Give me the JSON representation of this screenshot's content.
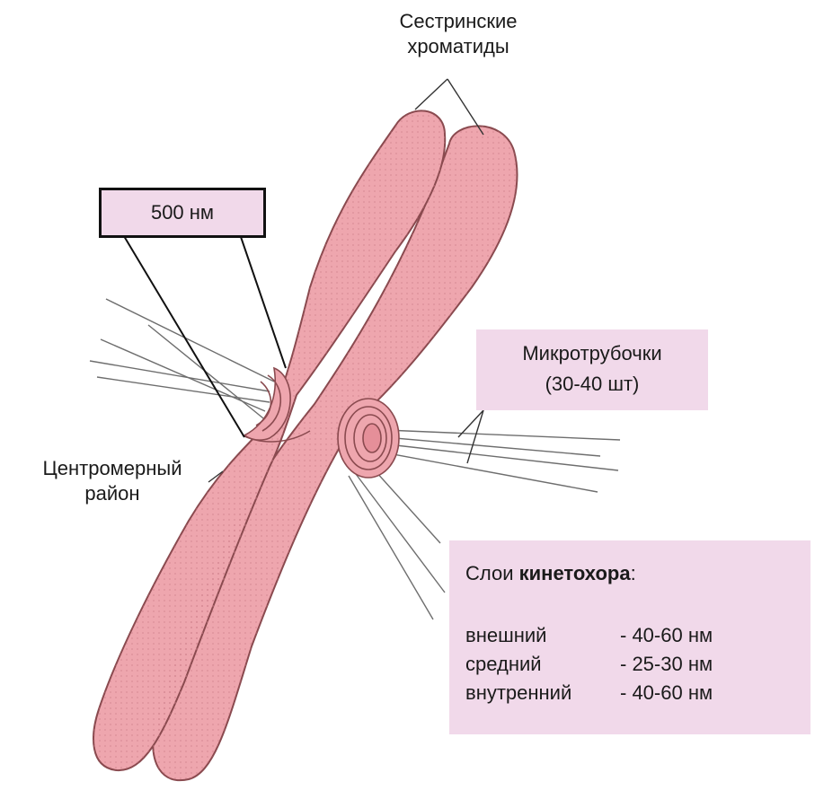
{
  "labels": {
    "sister_chromatids": [
      "Сестринские",
      "хроматиды"
    ],
    "scale": "500 нм",
    "microtubules": [
      "Микротрубочки",
      "(30-40 шт)"
    ],
    "centromere": [
      "Центромерный",
      "район"
    ]
  },
  "kinetochore": {
    "title_prefix": "Слои",
    "title_bold": "кинетохора",
    "title_suffix": ":",
    "layers": [
      {
        "name": "внешний",
        "value": "- 40-60 нм"
      },
      {
        "name": "средний",
        "value": "- 25-30 нм"
      },
      {
        "name": "внутренний",
        "value": "- 40-60 нм"
      }
    ]
  },
  "colors": {
    "chromatid_fill": "#eea6ae",
    "chromatid_stroke": "#8a4a4f",
    "label_box": "#f1d9ea",
    "fiber": "#6e6e6e"
  }
}
